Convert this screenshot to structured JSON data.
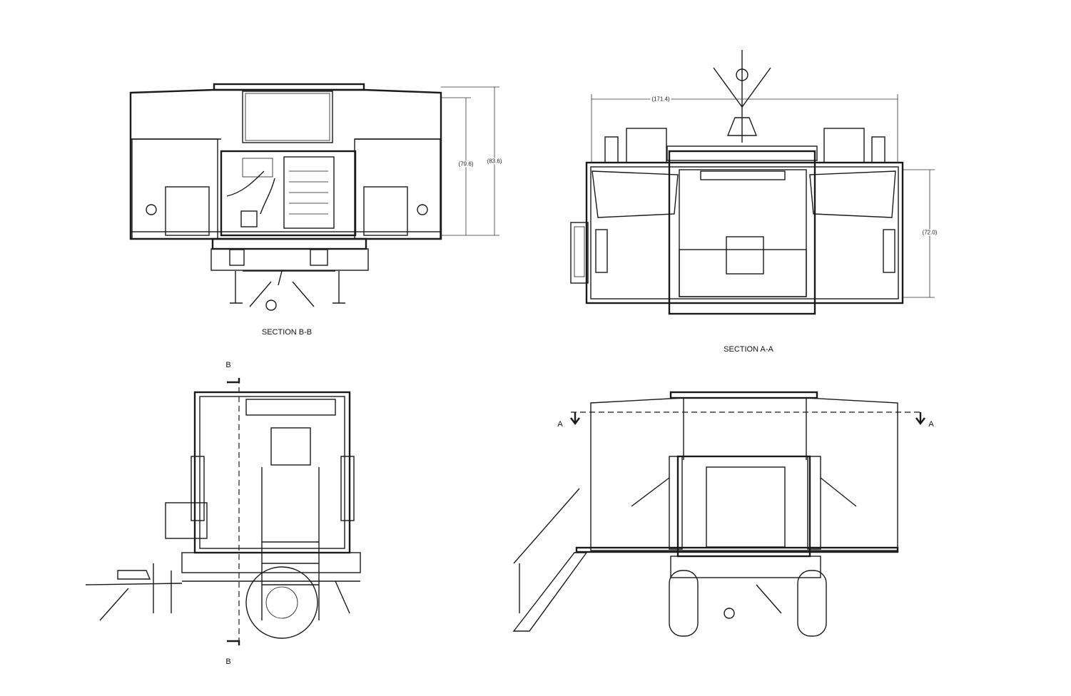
{
  "views": {
    "section_b": {
      "title": "SECTION B-B",
      "dims": [
        "(79.6)",
        "(83.6)"
      ]
    },
    "section_a": {
      "title": "SECTION A-A",
      "dims": [
        "(171.4)",
        "(72.0)"
      ]
    },
    "side_view": {
      "cut_label_top": "B",
      "cut_label_bottom": "B"
    },
    "rear_view": {
      "cut_label_left": "A",
      "cut_label_right": "A"
    }
  }
}
